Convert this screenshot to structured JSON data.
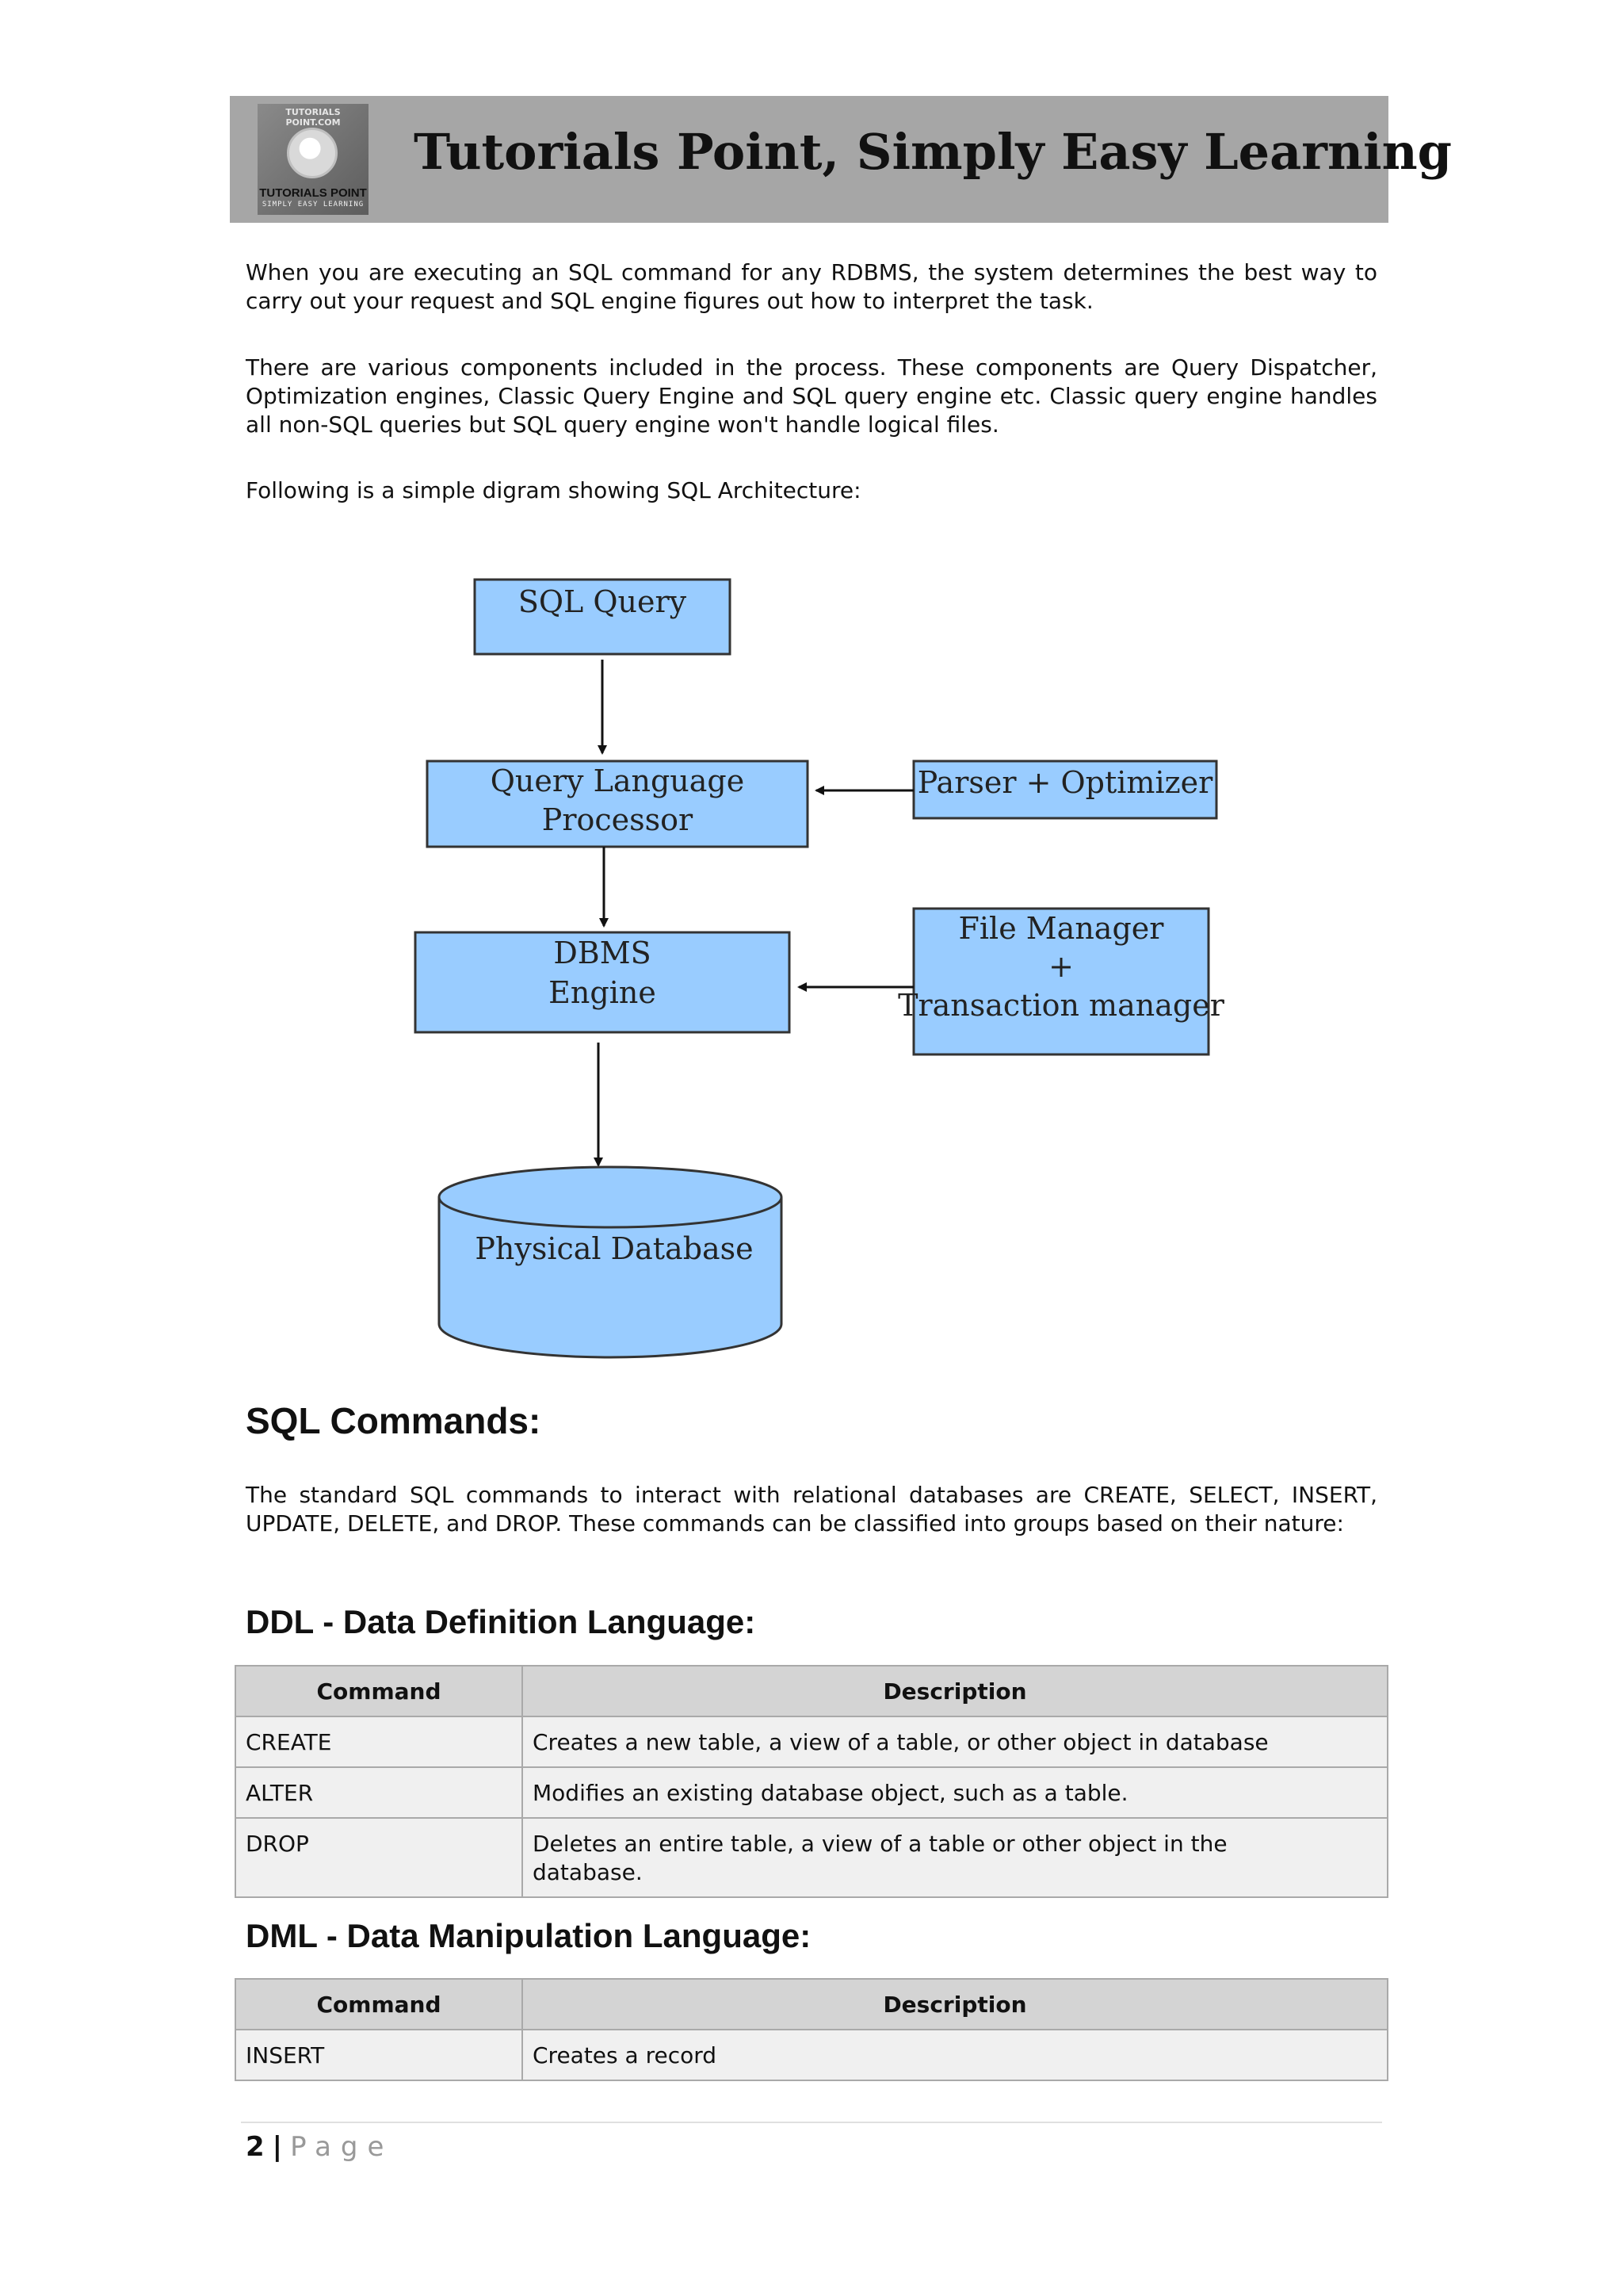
{
  "header": {
    "title": "Tutorials Point, Simply Easy Learning",
    "logo": {
      "ring_text": "TUTORIALS POINT.COM",
      "name": "TUTORIALS POINT",
      "tagline": "SIMPLY EASY LEARNING"
    }
  },
  "intro": {
    "p1": "When you are executing an SQL command for any RDBMS, the system determines the best way to carry out your request and SQL engine figures out how to interpret the task.",
    "p2": "There are various components included in the process. These components are Query Dispatcher, Optimization engines, Classic Query Engine and SQL query engine etc. Classic query engine handles all non-SQL queries but SQL query engine won't handle logical files.",
    "p3": "Following is a simple digram showing SQL Architecture:"
  },
  "diagram": {
    "nodes": {
      "sql_query": "SQL Query",
      "qlp_line1": "Query Language",
      "qlp_line2": "Processor",
      "parser": "Parser + Optimizer",
      "dbms_line1": "DBMS",
      "dbms_line2": "Engine",
      "fm_line1": "File Manager",
      "fm_line2": "+",
      "fm_line3": "Transaction manager",
      "physical_db": "Physical Database"
    },
    "colors": {
      "box_fill": "#99ccff",
      "box_stroke": "#333333"
    }
  },
  "commands": {
    "heading": "SQL Commands:",
    "text": "The standard SQL commands to interact with relational databases are CREATE, SELECT, INSERT, UPDATE, DELETE, and DROP. These commands can be classified into groups based on their nature:"
  },
  "ddl": {
    "heading": "DDL - Data Definition Language:",
    "columns": [
      "Command",
      "Description"
    ],
    "rows": [
      [
        "CREATE",
        "Creates a new table, a view of a table, or other object in database"
      ],
      [
        "ALTER",
        "Modifies an existing database object, such as a table."
      ],
      [
        "DROP",
        "Deletes an entire table, a view of a table or other object in the database."
      ]
    ]
  },
  "dml": {
    "heading": "DML - Data Manipulation Language:",
    "columns": [
      "Command",
      "Description"
    ],
    "rows": [
      [
        "INSERT",
        "Creates a record"
      ]
    ]
  },
  "footer": {
    "page_number": "2",
    "separator": "|",
    "page_label": "Page"
  }
}
